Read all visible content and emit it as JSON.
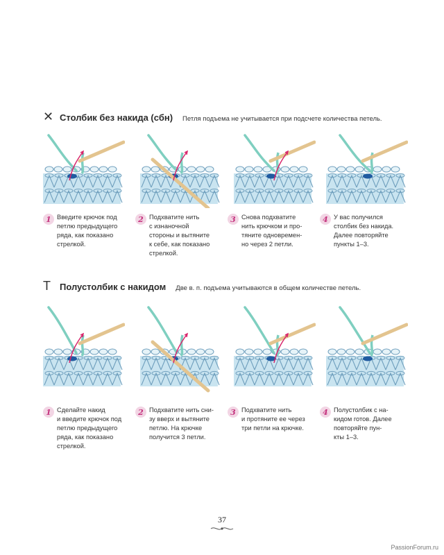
{
  "sections": [
    {
      "symbol": "✕",
      "title": "Столбик без накида (сбн)",
      "note": "Петля подъема не учитывается при подсчете количества петель.",
      "steps": [
        {
          "num": "1",
          "lines": [
            "Введите крючок под",
            "петлю предыдущего",
            "ряда, как показано",
            "стрелкой."
          ]
        },
        {
          "num": "2",
          "lines": [
            "Подхватите нить",
            "с изнаночной",
            "стороны и вытяните",
            "к себе, как показано",
            "стрелкой."
          ]
        },
        {
          "num": "3",
          "lines": [
            "Снова подхватите",
            "нить крючком и про-",
            "тяните одновремен-",
            "но через 2 петли."
          ]
        },
        {
          "num": "4",
          "lines": [
            "У вас получился",
            "столбик без накида.",
            "Далее повторяйте",
            "пункты 1–3."
          ]
        }
      ]
    },
    {
      "symbol": "T",
      "title": "Полустолбик с накидом",
      "note": "Две в. п. подъема учитываются в общем количестве петель.",
      "steps": [
        {
          "num": "1",
          "lines": [
            "Сделайте накид",
            "и введите крючок под",
            "петлю предыдущего",
            "ряда, как показано",
            "стрелкой."
          ]
        },
        {
          "num": "2",
          "lines": [
            "Подхватите нить сни-",
            "зу вверх и вытяните",
            "петлю. На крючке",
            "получится 3 петли."
          ]
        },
        {
          "num": "3",
          "lines": [
            "Подхватите нить",
            "и протяните ее через",
            "три петли на крючке."
          ]
        },
        {
          "num": "4",
          "lines": [
            "Полустолбик с на-",
            "кидом готов. Далее",
            "повторяйте пун-",
            "кты 1–3."
          ]
        }
      ]
    }
  ],
  "page_number": "37",
  "watermark": "PassionForum.ru",
  "colors": {
    "yarn": "#7fcfc0",
    "fabric": "#c9e4f0",
    "fabric_line": "#6f9fbd",
    "hook": "#e3c48f",
    "arrow": "#d8246b",
    "badge": "#f2d5e4",
    "badge_text": "#c5337e",
    "stitch_mark": "#1f5aa0"
  }
}
